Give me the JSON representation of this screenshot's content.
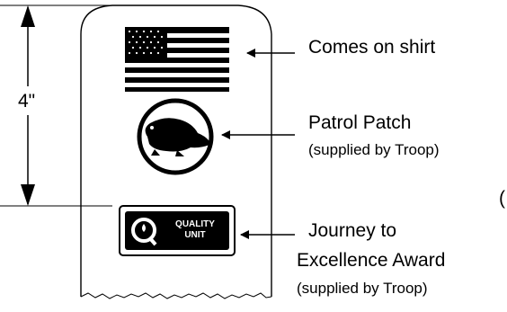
{
  "diagram": {
    "dimension_label": "4\"",
    "callouts": [
      {
        "id": "flag",
        "lines": [
          "Comes on shirt"
        ],
        "note": ""
      },
      {
        "id": "patrol",
        "lines": [
          "Patrol Patch"
        ],
        "note": "(supplied by Troop)"
      },
      {
        "id": "journey",
        "lines": [
          "Journey to",
          "Excellence Award"
        ],
        "note": "(supplied by Troop)"
      }
    ],
    "emblem": {
      "text_line1": "QUALITY",
      "text_line2": "UNIT"
    },
    "stray_mark": "("
  },
  "colors": {
    "ink": "#000000",
    "paper": "#ffffff"
  },
  "icons": {
    "flag": "us-flag-icon",
    "patrol": "beaver-patch-icon",
    "emblem": "quality-unit-emblem-icon"
  }
}
